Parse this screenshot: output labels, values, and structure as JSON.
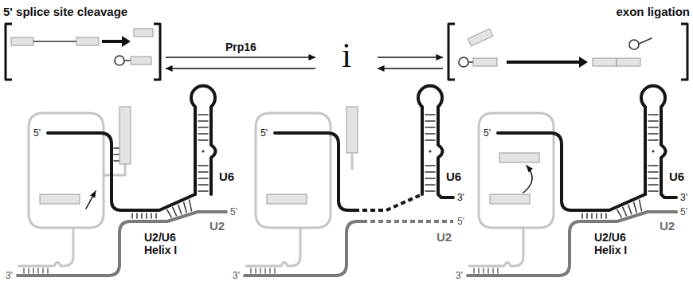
{
  "diagram": {
    "nodes": [
      {
        "text": [
          "5' splice site cleavage"
        ]
      },
      {
        "text": [
          "i"
        ]
      },
      {
        "text": [
          "exon ligation"
        ]
      }
    ],
    "edges": [
      {
        "from": 0,
        "to": 1,
        "label": "Prp16",
        "arrow": "to"
      },
      {
        "from": 1,
        "to": 0,
        "arrow": "to"
      },
      {
        "from": 1,
        "to": 2,
        "arrow": "to"
      },
      {
        "from": 2,
        "to": 1,
        "arrow": "to"
      }
    ],
    "labels": [
      "5'",
      "U6",
      "5'",
      "U2",
      "U2/U6 Helix I",
      "3'",
      "5'",
      "U6",
      "3'",
      "5'",
      "U2",
      "3'",
      "5'",
      "U6",
      "3'",
      "5'",
      "U2",
      "U2/U6 Helix I",
      "3'"
    ]
  }
}
